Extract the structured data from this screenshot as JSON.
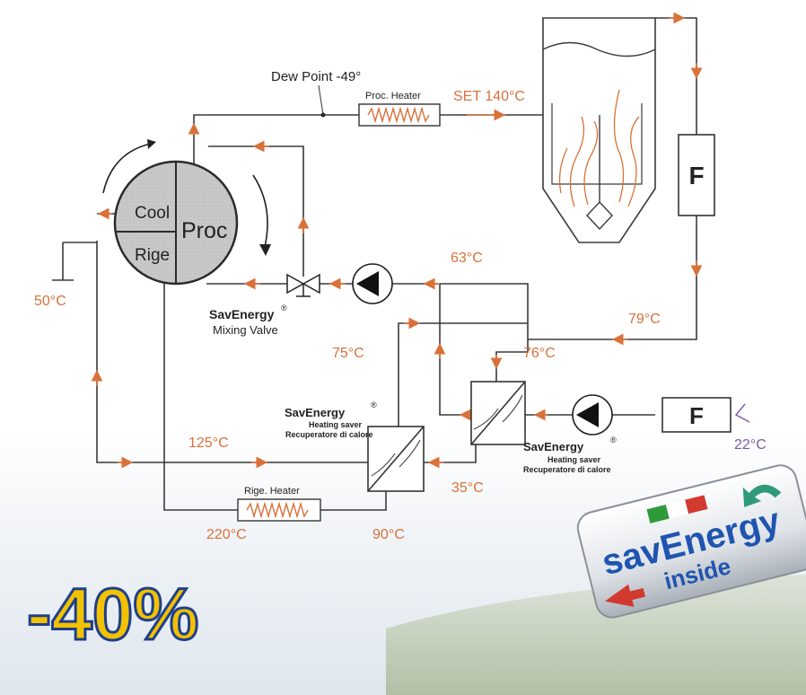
{
  "dryer_wheel": {
    "cool": "Cool",
    "rige": "Rige",
    "proc": "Proc"
  },
  "labels": {
    "dew_point": "Dew Point -49°",
    "proc_heater": "Proc. Heater",
    "set_temp": "SET 140°C",
    "temp_63": "63°C",
    "temp_79": "79°C",
    "temp_76": "76°C",
    "temp_75": "75°C",
    "temp_50": "50°C",
    "temp_125": "125°C",
    "temp_35": "35°C",
    "temp_22": "22°C",
    "temp_220": "220°C",
    "temp_90": "90°C",
    "rige_heater": "Rige. Heater",
    "filter_top": "F",
    "filter_right": "F"
  },
  "mixing_valve": {
    "brand": "SavEnergy",
    "reg": "®",
    "desc": "Mixing Valve"
  },
  "recuperator_left": {
    "brand": "SavEnergy",
    "reg": "®",
    "line1": "Heating saver",
    "line2": "Recuperatore di calore"
  },
  "recuperator_right": {
    "brand": "SavEnergy",
    "reg": "®",
    "line1": "Heating saver",
    "line2": "Recuperatore di calore"
  },
  "promo": {
    "saving": "-40%",
    "badge_brand": "savEnergy",
    "badge_sub": "inside"
  },
  "colors": {
    "pipe": "#3a3a3a",
    "arrow_orange": "#d9713a",
    "temp_text": "#d9713a",
    "cold_text": "#7b5aa8",
    "wheel_fill": "#c9c9c9"
  }
}
